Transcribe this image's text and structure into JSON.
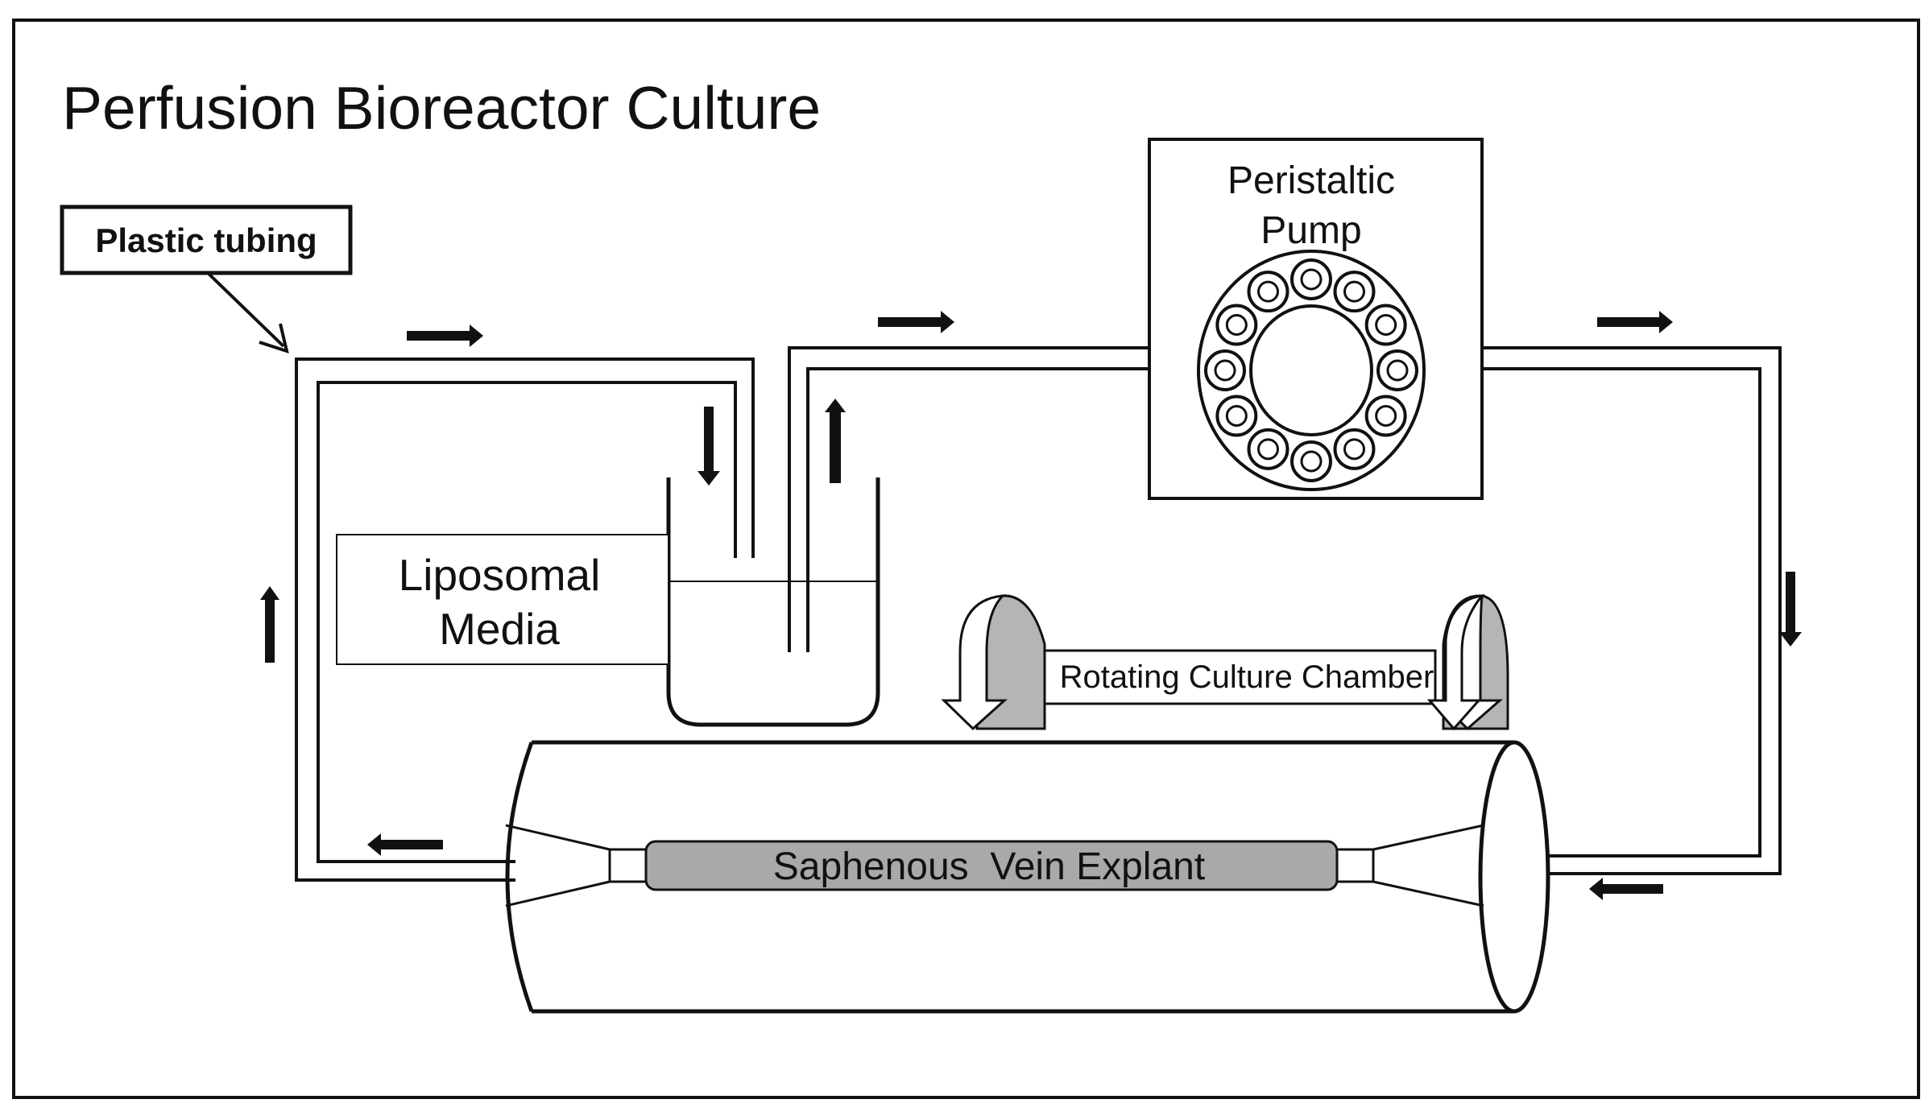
{
  "title": "Perfusion Bioreactor Culture",
  "labels": {
    "plastic_tubing": "Plastic tubing",
    "liposomal_line1": "Liposomal",
    "liposomal_line2": "Media",
    "pump_line1": "Peristaltic",
    "pump_line2": "Pump",
    "rotating_chamber": "Rotating Culture Chamber",
    "explant": "Saphenous  Vein Explant"
  },
  "colors": {
    "line": "#111111",
    "explant_fill": "#a9a9a9",
    "chamber_arrow_fill": "#b5b5b5"
  }
}
